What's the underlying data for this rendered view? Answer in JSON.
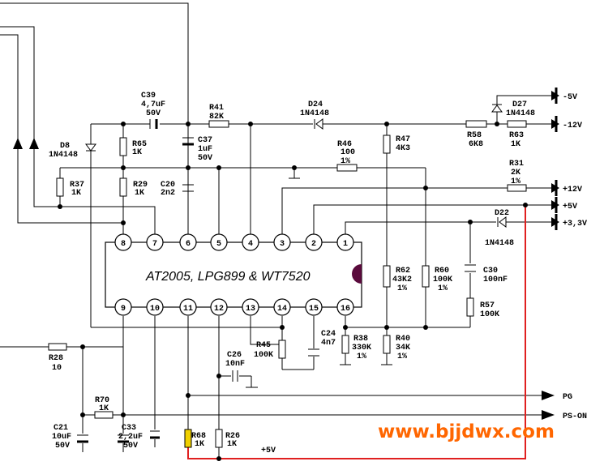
{
  "ic": {
    "label": "AT2005, LPG899 & WT7520",
    "top_pins": [
      "8",
      "7",
      "6",
      "5",
      "4",
      "3",
      "2",
      "1"
    ],
    "bottom_pins": [
      "9",
      "10",
      "11",
      "12",
      "13",
      "14",
      "15",
      "16"
    ]
  },
  "components": [
    {
      "ref": "C39",
      "value": "4,7uF",
      "extra": "50V"
    },
    {
      "ref": "R41",
      "value": "82K"
    },
    {
      "ref": "D24",
      "value": "1N4148"
    },
    {
      "ref": "D27",
      "value": "1N4148"
    },
    {
      "ref": "R58",
      "value": "6K8"
    },
    {
      "ref": "R63",
      "value": "1K"
    },
    {
      "ref": "C37",
      "value": "1uF",
      "extra": "50V"
    },
    {
      "ref": "R65",
      "value": "1K"
    },
    {
      "ref": "D8",
      "value": "1N4148"
    },
    {
      "ref": "R47",
      "value": "4K3"
    },
    {
      "ref": "R46",
      "value": "100",
      "extra": "1%"
    },
    {
      "ref": "R31",
      "value": "2K",
      "extra": "1%"
    },
    {
      "ref": "R37",
      "value": "1K"
    },
    {
      "ref": "R29",
      "value": "1K"
    },
    {
      "ref": "C20",
      "value": "2n2"
    },
    {
      "ref": "D22",
      "value": "1N4148"
    },
    {
      "ref": "R62",
      "value": "43K2",
      "extra": "1%"
    },
    {
      "ref": "R60",
      "value": "100K",
      "extra": "1%"
    },
    {
      "ref": "C30",
      "value": "100nF"
    },
    {
      "ref": "R57",
      "value": "100K"
    },
    {
      "ref": "R45",
      "value": "100K"
    },
    {
      "ref": "C24",
      "value": "4n7"
    },
    {
      "ref": "R38",
      "value": "330K",
      "extra": "1%"
    },
    {
      "ref": "R40",
      "value": "34K",
      "extra": "1%"
    },
    {
      "ref": "R28",
      "value": "10"
    },
    {
      "ref": "C26",
      "value": "10nF"
    },
    {
      "ref": "R70",
      "value": "1K"
    },
    {
      "ref": "C21",
      "value": "10uF",
      "extra": "50V"
    },
    {
      "ref": "C33",
      "value": "2,2uF",
      "extra": "50V"
    },
    {
      "ref": "R68",
      "value": "1K"
    },
    {
      "ref": "R26",
      "value": "1K"
    }
  ],
  "rails": {
    "m5v": "-5V",
    "m12v": "-12V",
    "p12v": "+12V",
    "p5v": "+5V",
    "p33v": "+3,3V",
    "pg": "PG",
    "pson": "PS-ON",
    "bottom5v": "+5V"
  },
  "colors": {
    "wire": "#000000",
    "highlight_trace": "#e02020",
    "ic_fill": "#ffffff",
    "ic_notch": "#5a0a3c",
    "r68_fill": "#f0d000",
    "watermark": "#ff6600"
  },
  "watermark": "www.bjjdwx.com"
}
